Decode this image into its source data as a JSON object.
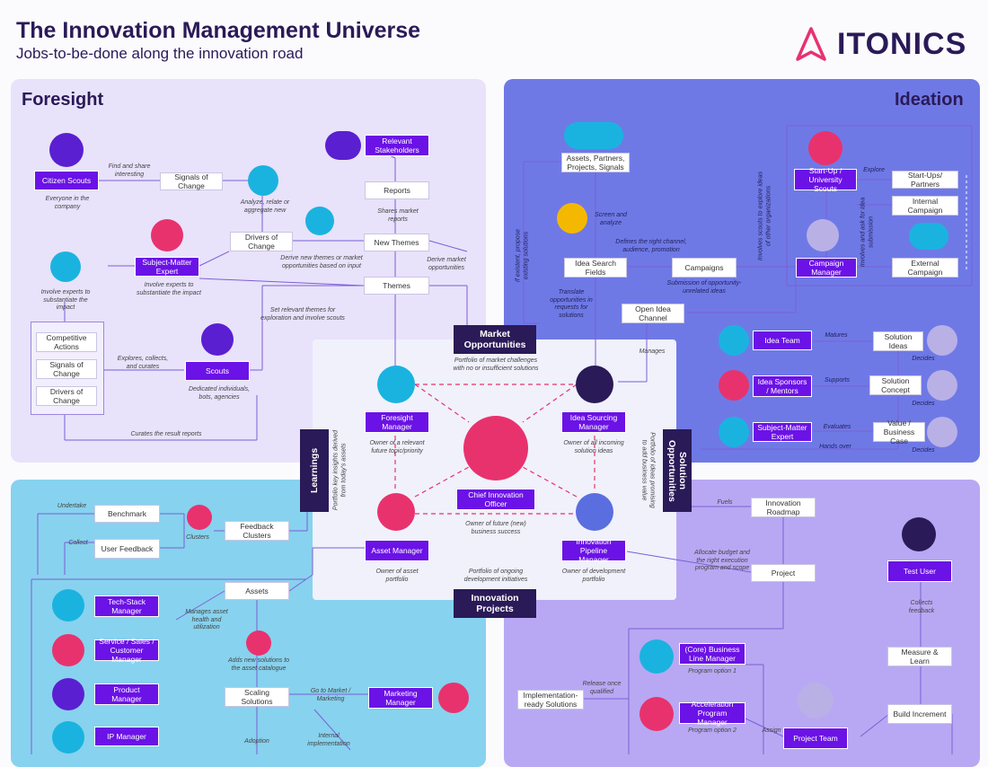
{
  "header": {
    "title": "The Innovation Management Universe",
    "subtitle": "Jobs-to-be-done along the innovation road",
    "logo_text": "ITONICS"
  },
  "quadrants": {
    "foresight": "Foresight",
    "ideation": "Ideation"
  },
  "colors": {
    "foresight_bg": "#e9e2fb",
    "ideation_bg": "#6f79e6",
    "learnings_bg": "#87d2ee",
    "solution_bg": "#b8a8f3",
    "purple_box": "#6b12e6",
    "dark_box": "#2a1a57",
    "logo_pink": "#e8326e"
  },
  "foresight": {
    "citizen_scouts": "Citizen Scouts",
    "citizen_note": "Everyone in the company",
    "find_share": "Find and share interesting",
    "signals": "Signals of Change",
    "analyze_note": "Analyze, relate or aggregate new",
    "drivers": "Drivers of Change",
    "derive_note": "Derive new themes or market opportunities based on input",
    "sme": "Subject-Matter Expert",
    "sme_note": "Involve experts to substantiate the impact",
    "involve_note": "Involve experts to substantiate the impact",
    "relevant_stakeholders": "Relevant Stakeholders",
    "reports": "Reports",
    "shares_note": "Shares market reports",
    "new_themes": "New Themes",
    "derive_mo": "Derive market opportunities",
    "themes": "Themes",
    "set_themes_note": "Set relevant themes for exploration and involve scouts",
    "competitive": "Competitive Actions",
    "signals2": "Signals of Change",
    "drivers2": "Drivers of Change",
    "explores_note": "Explores, collects, and curates",
    "scouts": "Scouts",
    "scouts_note": "Dedicated individuals, bots, agencies",
    "curates_note": "Curates the result reports"
  },
  "ideation": {
    "assets_partners": "Assets, Partners, Projects, Signals",
    "screen_note": "Screen and analyze",
    "startup_scouts": "Start-Up / University Scouts",
    "explore": "Explore",
    "startups_partners": "Start-Ups/ Partners",
    "internal_campaign": "Internal Campaign",
    "external_campaign": "External Campaign",
    "involve_scouts_note": "Involves scouts to explore ideas of other organizations",
    "involve_ask_note": "Involves and ask for idea submission",
    "defines_note": "Defines the right channel, audience, promotion",
    "idea_search": "Idea Search Fields",
    "campaigns": "Campaigns",
    "campaign_manager": "Campaign Manager",
    "submission_note": "Submission of opportunity-unrelated ideas",
    "if_existent_note": "If existent, propose existing solutions",
    "translate_note": "Translate opportunities in requests for solutions",
    "open_idea": "Open Idea Channel",
    "manages": "Manages",
    "idea_team": "Idea Team",
    "matures": "Matures",
    "solution_ideas": "Solution Ideas",
    "decides1": "Decides",
    "idea_sponsors": "Idea Sponsors / Mentors",
    "supports": "Supports",
    "solution_concept": "Solution Concept",
    "decides2": "Decides",
    "sme": "Subject-Matter Expert",
    "evaluates": "Evaluates",
    "value_case": "Value / Business Case",
    "hands_over": "Hands over",
    "decides3": "Decides"
  },
  "center": {
    "market_opportunities": "Market Opportunities",
    "mo_note": "Portfolio of market challenges with no or insufficient solutions",
    "foresight_manager": "Foresight Manager",
    "fm_note": "Owner of a relevant future topic/priority",
    "idea_sourcing": "Idea Sourcing Manager",
    "ism_note": "Owner of all incoming solution ideas",
    "cio": "Chief Innovation Officer",
    "cio_note": "Owner of future (new) business success",
    "asset_manager": "Asset Manager",
    "am_note": "Owner of asset portfolio",
    "pipeline_manager": "Innovation Pipeline Manager",
    "pm_note": "Owner of development portfolio",
    "ongoing_note": "Portfolio of ongoing development initiatives",
    "innovation_projects": "Innovation Projects",
    "learnings": "Learnings",
    "learnings_note": "Portfolio key insights derived from today's assets",
    "solution_opportunities": "Solution Opportunities",
    "so_note": "Portfolio of ideas promising to add business value"
  },
  "learnings": {
    "undertake": "Undertake",
    "benchmark": "Benchmark",
    "collect": "Collect",
    "user_feedback": "User Feedback",
    "clusters": "Clusters",
    "feedback_clusters": "Feedback Clusters",
    "assets": "Assets",
    "manages_asset": "Manages asset health and utilization",
    "tech_stack": "Tech-Stack Manager",
    "service_sales": "Service / Sales / Customer Manager",
    "product_manager": "Product Manager",
    "ip_manager": "IP Manager",
    "adds_note": "Adds new solutions to the asset catalogue",
    "scaling": "Scaling Solutions",
    "go_to_market": "Go to Market / Marketing",
    "marketing_manager": "Marketing Manager",
    "adoption": "Adoption",
    "internal_impl": "Internal implementation"
  },
  "solution": {
    "fuels": "Fuels",
    "roadmap": "Innovation Roadmap",
    "allocate_note": "Allocate budget and the right execution program and scope",
    "project": "Project",
    "test_user": "Test User",
    "collects": "Collects feedback",
    "measure": "Measure & Learn",
    "core_manager": "(Core) Business Line Manager",
    "program1": "Program option 1",
    "release_note": "Release once qualified",
    "implementation_ready": "Implementation-ready Solutions",
    "acceleration": "Acceleration Program Manager",
    "program2": "Program option 2",
    "assign": "Assign",
    "project_team": "Project Team",
    "build": "Build Increment"
  }
}
